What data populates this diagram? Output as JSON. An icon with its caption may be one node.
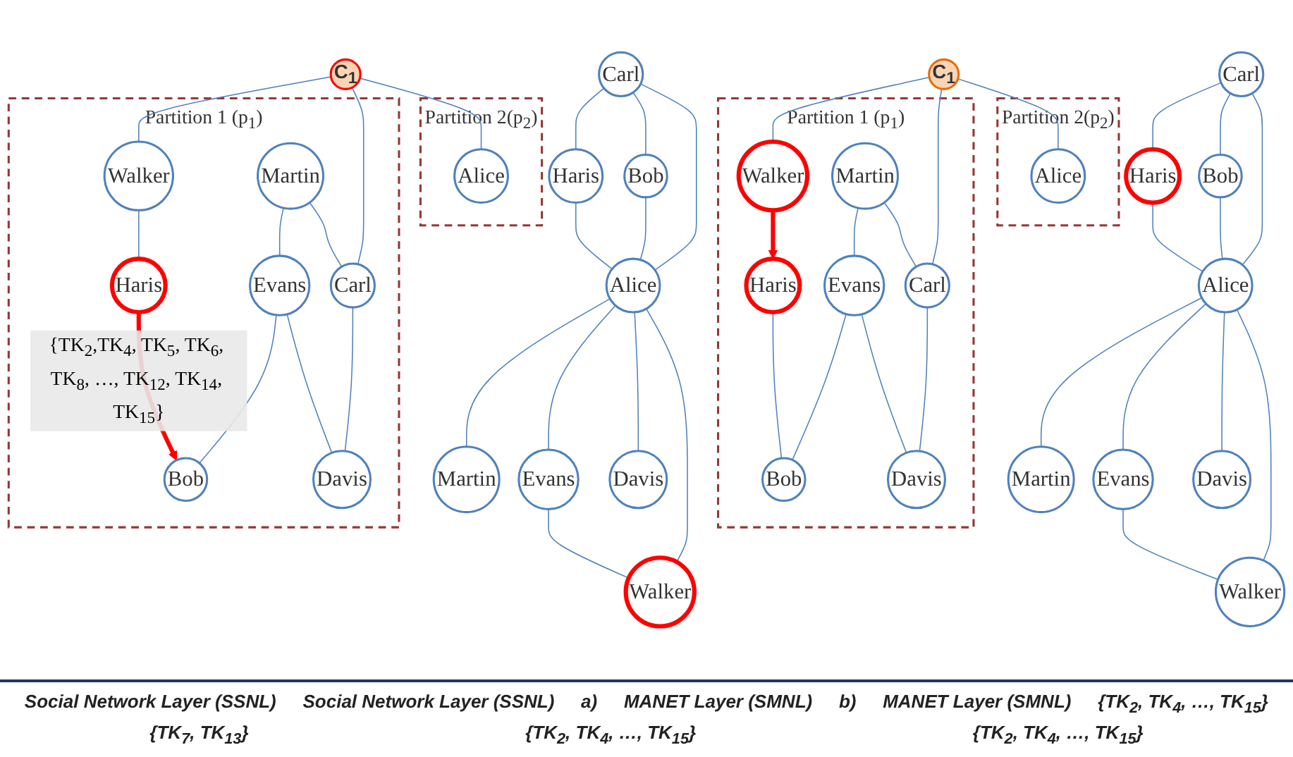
{
  "diagram": {
    "nodes": [
      {
        "text": [
          "Carl"
        ]
      },
      {
        "text": [
          "Haris"
        ]
      },
      {
        "text": [
          "Bob"
        ]
      },
      {
        "text": [
          "Alice"
        ]
      },
      {
        "text": [
          "Martin"
        ]
      },
      {
        "text": [
          "Evans"
        ]
      },
      {
        "text": [
          "Davis"
        ]
      },
      {
        "text": [
          "Walker"
        ]
      },
      {
        "text": [
          "Carl"
        ]
      },
      {
        "text": [
          "Haris"
        ]
      },
      {
        "text": [
          "Bob"
        ]
      },
      {
        "text": [
          "Alice"
        ]
      },
      {
        "text": [
          "Martin"
        ]
      },
      {
        "text": [
          "Evans"
        ]
      },
      {
        "text": [
          "Davis"
        ]
      },
      {
        "text": [
          "Walker"
        ]
      },
      {
        "text": [
          "C$_{1}$"
        ]
      },
      {
        "text": [
          "Partition 1 (p$_{1}$)"
        ]
      },
      {
        "text": [
          "Walker"
        ],
        "in": 17
      },
      {
        "text": [
          "Martin"
        ],
        "in": 17
      },
      {
        "text": [
          "Haris"
        ],
        "in": 17
      },
      {
        "text": [
          "Evans"
        ],
        "in": 17
      },
      {
        "text": [
          "Carl"
        ],
        "in": 17
      },
      {
        "text": [
          "Bob"
        ],
        "in": 17
      },
      {
        "text": [
          "Davis"
        ],
        "in": 17
      },
      {
        "text": [
          "Partition 2(p$_{2}$)"
        ]
      },
      {
        "text": [
          "Alice"
        ],
        "in": 25
      },
      {
        "text": [
          "C$_{1}$"
        ]
      },
      {
        "text": [
          "Partition 1 (p$_{1}$)"
        ]
      },
      {
        "text": [
          "Walker"
        ],
        "in": 28
      },
      {
        "text": [
          "Martin"
        ],
        "in": 28
      },
      {
        "text": [
          "Haris"
        ],
        "in": 28
      },
      {
        "text": [
          "Evans"
        ],
        "in": 28
      },
      {
        "text": [
          "Carl"
        ],
        "in": 28
      },
      {
        "text": [
          "Bob"
        ],
        "in": 28
      },
      {
        "text": [
          "Davis"
        ],
        "in": 28
      },
      {
        "text": [
          "Partition 2(p$_{2}$)"
        ]
      },
      {
        "text": [
          "Alice"
        ],
        "in": 36
      }
    ],
    "edges": [
      {
        "from": 0,
        "to": 1,
        "arrow": "none"
      },
      {
        "from": 0,
        "to": 2,
        "arrow": "none"
      },
      {
        "from": 0,
        "to": 3,
        "arrow": "none"
      },
      {
        "from": 1,
        "to": 3,
        "arrow": "none"
      },
      {
        "from": 2,
        "to": 3,
        "arrow": "none"
      },
      {
        "from": 3,
        "to": 4,
        "arrow": "none"
      },
      {
        "from": 3,
        "to": 5,
        "arrow": "none"
      },
      {
        "from": 3,
        "to": 6,
        "arrow": "none"
      },
      {
        "from": 3,
        "to": 7,
        "arrow": "none"
      },
      {
        "from": 5,
        "to": 7,
        "arrow": "none"
      },
      {
        "from": 8,
        "to": 9,
        "arrow": "none"
      },
      {
        "from": 8,
        "to": 10,
        "arrow": "none"
      },
      {
        "from": 8,
        "to": 11,
        "arrow": "none"
      },
      {
        "from": 9,
        "to": 11,
        "arrow": "none"
      },
      {
        "from": 10,
        "to": 11,
        "arrow": "none"
      },
      {
        "from": 11,
        "to": 12,
        "arrow": "none"
      },
      {
        "from": 11,
        "to": 13,
        "arrow": "none"
      },
      {
        "from": 11,
        "to": 14,
        "arrow": "none"
      },
      {
        "from": 11,
        "to": 15,
        "arrow": "none"
      },
      {
        "from": 13,
        "to": 15,
        "arrow": "none"
      },
      {
        "from": 16,
        "to": 18,
        "arrow": "none"
      },
      {
        "from": 16,
        "to": 22,
        "arrow": "none"
      },
      {
        "from": 16,
        "to": 26,
        "arrow": "none"
      },
      {
        "from": 18,
        "to": 20,
        "arrow": "to",
        "style": "thick",
        "color": "#ff0000"
      },
      {
        "from": 20,
        "to": 23,
        "arrow": "none"
      },
      {
        "from": 19,
        "to": 21,
        "arrow": "none"
      },
      {
        "from": 19,
        "to": 22,
        "arrow": "none"
      },
      {
        "from": 21,
        "to": 23,
        "arrow": "none"
      },
      {
        "from": 21,
        "to": 24,
        "arrow": "none"
      },
      {
        "from": 22,
        "to": 24,
        "arrow": "none"
      },
      {
        "from": 27,
        "to": 29,
        "arrow": "none"
      },
      {
        "from": 27,
        "to": 33,
        "arrow": "none"
      },
      {
        "from": 27,
        "to": 37,
        "arrow": "none"
      },
      {
        "from": 29,
        "to": 31,
        "arrow": "none"
      },
      {
        "from": 31,
        "to": 34,
        "arrow": "to",
        "style": "thick",
        "color": "#ff0000",
        "label": "{TK$_{2}$,TK$_{4}$, TK$_{5}$, TK$_{6}$, TK$_{8}$, …, TK$_{12}$, TK$_{14}$, TK$_{15}$}"
      },
      {
        "from": 30,
        "to": 32,
        "arrow": "none"
      },
      {
        "from": 30,
        "to": 33,
        "arrow": "none"
      },
      {
        "from": 32,
        "to": 34,
        "arrow": "none"
      },
      {
        "from": 32,
        "to": 35,
        "arrow": "none"
      },
      {
        "from": 33,
        "to": 35,
        "arrow": "none"
      }
    ],
    "labels": [
      "Social Network Layer (SSNL)",
      "Social Network Layer (SSNL)",
      "a)",
      "MANET Layer (SMNL)",
      "b)",
      "MANET Layer (SMNL)",
      "{TK$_{2}$, TK$_{4}$, …, TK$_{15}$}",
      "{TK$_{7}$, TK$_{13}$}",
      "{TK$_{2}$, TK$_{4}$, …, TK$_{15}$}",
      "{TK$_{2}$, TK$_{4}$, …, TK$_{15}$}"
    ]
  }
}
